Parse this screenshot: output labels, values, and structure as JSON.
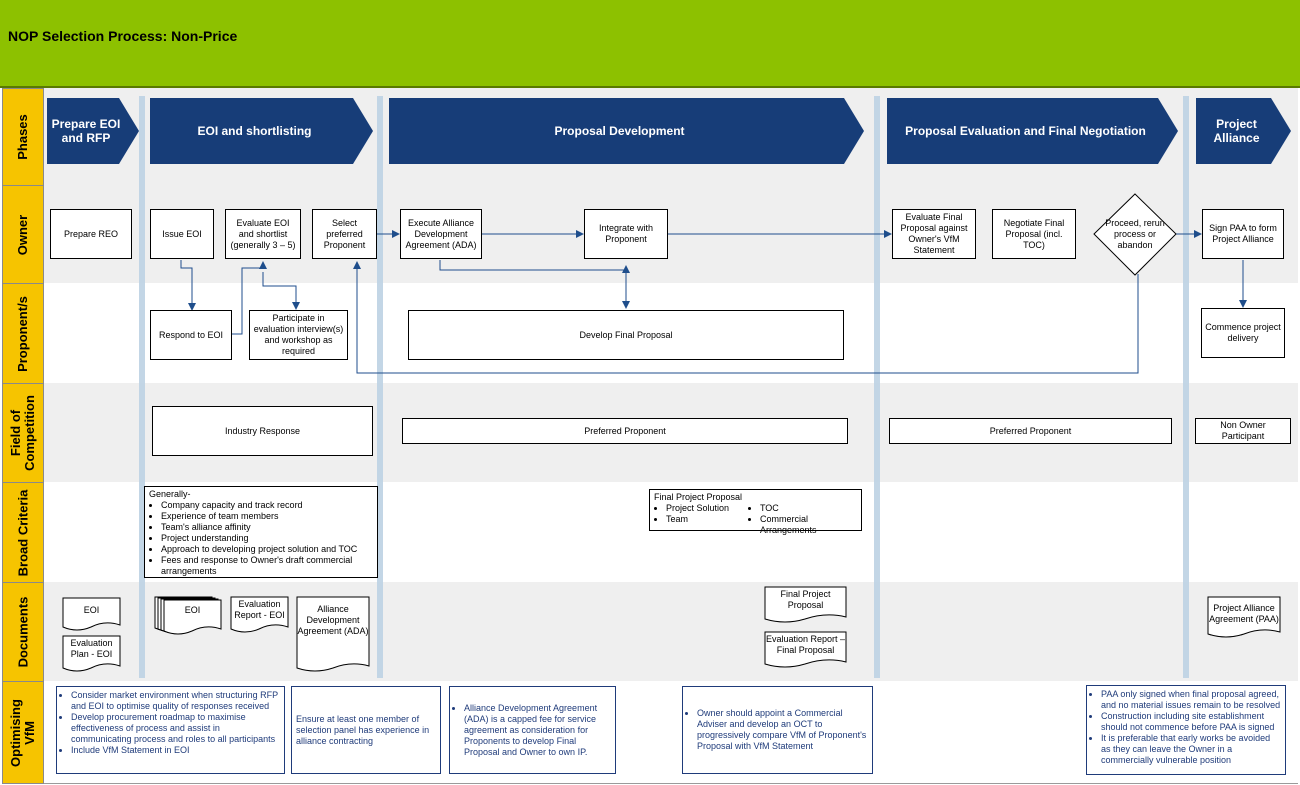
{
  "title": "NOP Selection Process: Non-Price",
  "lanes": {
    "phases": "Phases",
    "owner": "Owner",
    "proponents": "Proponent/s",
    "field": "Field of Competition",
    "criteria": "Broad Criteria",
    "documents": "Documents",
    "vfm": "Optimising VfM"
  },
  "phases": [
    "Prepare EOI and RFP",
    "EOI and shortlisting",
    "Proposal Development",
    "Proposal Evaluation and Final Negotiation",
    "Project Alliance"
  ],
  "owner": {
    "prepare_reo": "Prepare REO",
    "issue_eoi": "Issue EOI",
    "evaluate_eoi": "Evaluate EOI and shortlist (generally 3 – 5)",
    "select": "Select preferred Proponent",
    "execute_ada": "Execute Alliance Development Agreement (ADA)",
    "integrate": "Integrate with Proponent",
    "evaluate_final": "Evaluate Final Proposal against Owner's VfM Statement",
    "negotiate": "Negotiate Final Proposal (incl. TOC)",
    "decision": "Proceed, rerun process or abandon",
    "sign_paa": "Sign PAA to form Project Alliance"
  },
  "proponents": {
    "respond": "Respond to EOI",
    "participate": "Participate in evaluation interview(s) and workshop as required",
    "develop": "Develop Final Proposal",
    "commence": "Commence project delivery"
  },
  "field": {
    "industry": "Industry Response",
    "preferred1": "Preferred Proponent",
    "preferred2": "Preferred Proponent",
    "non_owner": "Non Owner Participant"
  },
  "criteria": {
    "general_title": "Generally-",
    "general_items": [
      "Company capacity and track record",
      "Experience of team members",
      "Team's alliance affinity",
      "Project understanding",
      "Approach to developing project solution and TOC",
      "Fees and response to Owner's draft commercial arrangements"
    ],
    "final_title": "Final Project Proposal",
    "final_left": [
      "Project Solution",
      "Team"
    ],
    "final_right": [
      "TOC",
      "Commercial Arrangements"
    ]
  },
  "documents": {
    "eoi1": "EOI",
    "eval_plan": "Evaluation Plan - EOI",
    "eoi2": "EOI",
    "eval_report_eoi": "Evaluation Report - EOI",
    "ada": "Alliance Development Agreement (ADA)",
    "final_proposal": "Final Project Proposal",
    "eval_report_final": "Evaluation Report – Final Proposal",
    "paa": "Project Alliance Agreement (PAA)"
  },
  "vfm": {
    "box1": [
      "Consider market environment when structuring RFP and EOI to optimise quality of responses received",
      "Develop procurement roadmap to maximise effectiveness of process and assist in communicating process and roles to all participants",
      "Include VfM Statement in EOI"
    ],
    "box2": [
      "Ensure at least one member of selection panel has experience in alliance contracting"
    ],
    "box3": [
      "Alliance Development Agreement (ADA) is a capped fee for service agreement as consideration for Proponents to develop Final Proposal and Owner to own IP."
    ],
    "box4": [
      "Owner should appoint a Commercial Adviser and develop an OCT to progressively compare VfM of Proponent's Proposal with VfM Statement"
    ],
    "box5": [
      "PAA only signed when final proposal agreed, and no material issues remain to be resolved",
      "Construction including site establishment should not commence before PAA is signed",
      "It is preferable that early works be avoided as they can leave the Owner in a commercially vulnerable position"
    ]
  },
  "colors": {
    "header": "#8dc100",
    "lane_label": "#f6c400",
    "chevron": "#173d78",
    "vfm_text": "#1f3b7a"
  }
}
